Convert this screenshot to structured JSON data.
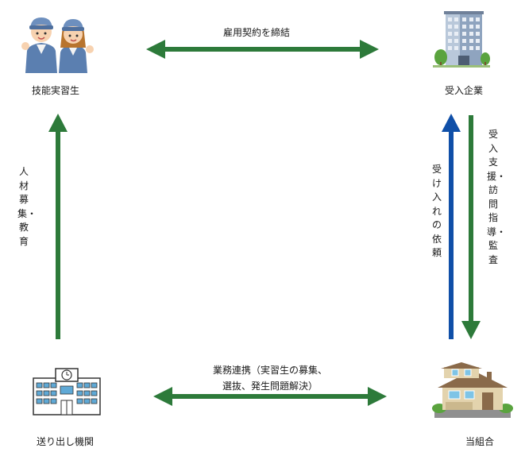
{
  "nodes": {
    "trainee": {
      "label": "技能実習生",
      "icon": "workers-icon"
    },
    "company": {
      "label": "受入企業",
      "icon": "office-building-icon"
    },
    "sending": {
      "label": "送り出し機関",
      "icon": "school-building-icon"
    },
    "union": {
      "label": "当組合",
      "icon": "house-icon"
    }
  },
  "edges": {
    "top": {
      "label": "雇用契約を締結",
      "color": "#2d7a3a"
    },
    "left": {
      "label": "人材募集・教育",
      "color": "#2d7a3a"
    },
    "right_up": {
      "label": "受け入れの依頼",
      "color": "#0f4fa8"
    },
    "right_down": {
      "label": "受入支援・訪問指導・監査",
      "color": "#2d7a3a"
    },
    "bottom": {
      "line1": "業務連携（実習生の募集、",
      "line2": "選抜、発生問題解決）",
      "color": "#2d7a3a"
    }
  }
}
